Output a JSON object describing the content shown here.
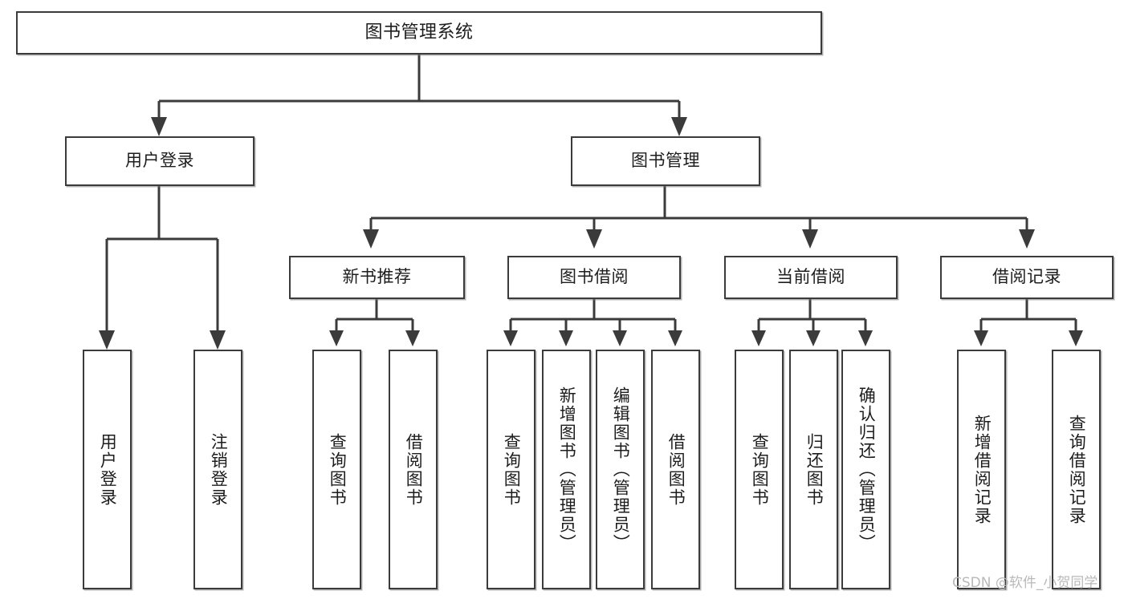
{
  "diagram": {
    "title": "图书管理系统",
    "watermark": "CSDN @软件_小贺同学",
    "nodes": {
      "root": {
        "label": "图书管理系统"
      },
      "level2": [
        {
          "label": "用户登录"
        },
        {
          "label": "图书管理"
        }
      ],
      "level3": [
        {
          "label": "新书推荐"
        },
        {
          "label": "图书借阅"
        },
        {
          "label": "当前借阅"
        },
        {
          "label": "借阅记录"
        }
      ],
      "leaves_user_login": [
        {
          "label": "用户登录"
        },
        {
          "label": "注销登录"
        }
      ],
      "leaves_new_book": [
        {
          "label": "查询图书"
        },
        {
          "label": "借阅图书"
        }
      ],
      "leaves_borrow": [
        {
          "label": "查询图书"
        },
        {
          "label": "新增图书（管理员）"
        },
        {
          "label": "编辑图书（管理员）"
        },
        {
          "label": "借阅图书"
        }
      ],
      "leaves_current": [
        {
          "label": "查询图书"
        },
        {
          "label": "归还图书"
        },
        {
          "label": "确认归还（管理员）"
        }
      ],
      "leaves_records": [
        {
          "label": "新增借阅记录"
        },
        {
          "label": "查询借阅记录"
        }
      ]
    },
    "colors": {
      "stroke": "#3b3b3b",
      "fill": "#ffffff",
      "text": "#1d1d1d",
      "watermark": "#b9b9b9"
    }
  }
}
